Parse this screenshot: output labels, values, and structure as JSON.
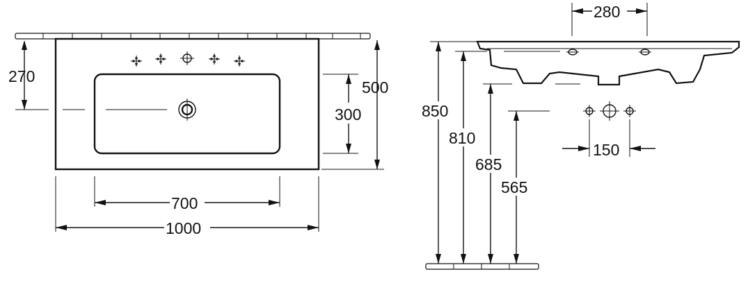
{
  "dimensions": {
    "depth_to_taphole": "270",
    "overall_depth": "500",
    "bowl_depth": "300",
    "bowl_width": "700",
    "overall_width": "1000",
    "taphole_spacing": "280",
    "height_top": "850",
    "height_rim": "810",
    "height_trap": "685",
    "height_outlet": "565",
    "outlet_spacing": "150"
  },
  "icons": {
    "plan_tapholes": [
      "tap-position-icon",
      "tap-position-icon",
      "tap-hole-icon",
      "tap-position-icon",
      "tap-position-icon"
    ],
    "plan_drain": "drain-outlet-icon",
    "wall_outlets": [
      "wall-outlet-small-icon",
      "wall-outlet-large-icon",
      "wall-outlet-small-icon"
    ]
  },
  "colors": {
    "line": "#111111",
    "background": "#ffffff"
  }
}
